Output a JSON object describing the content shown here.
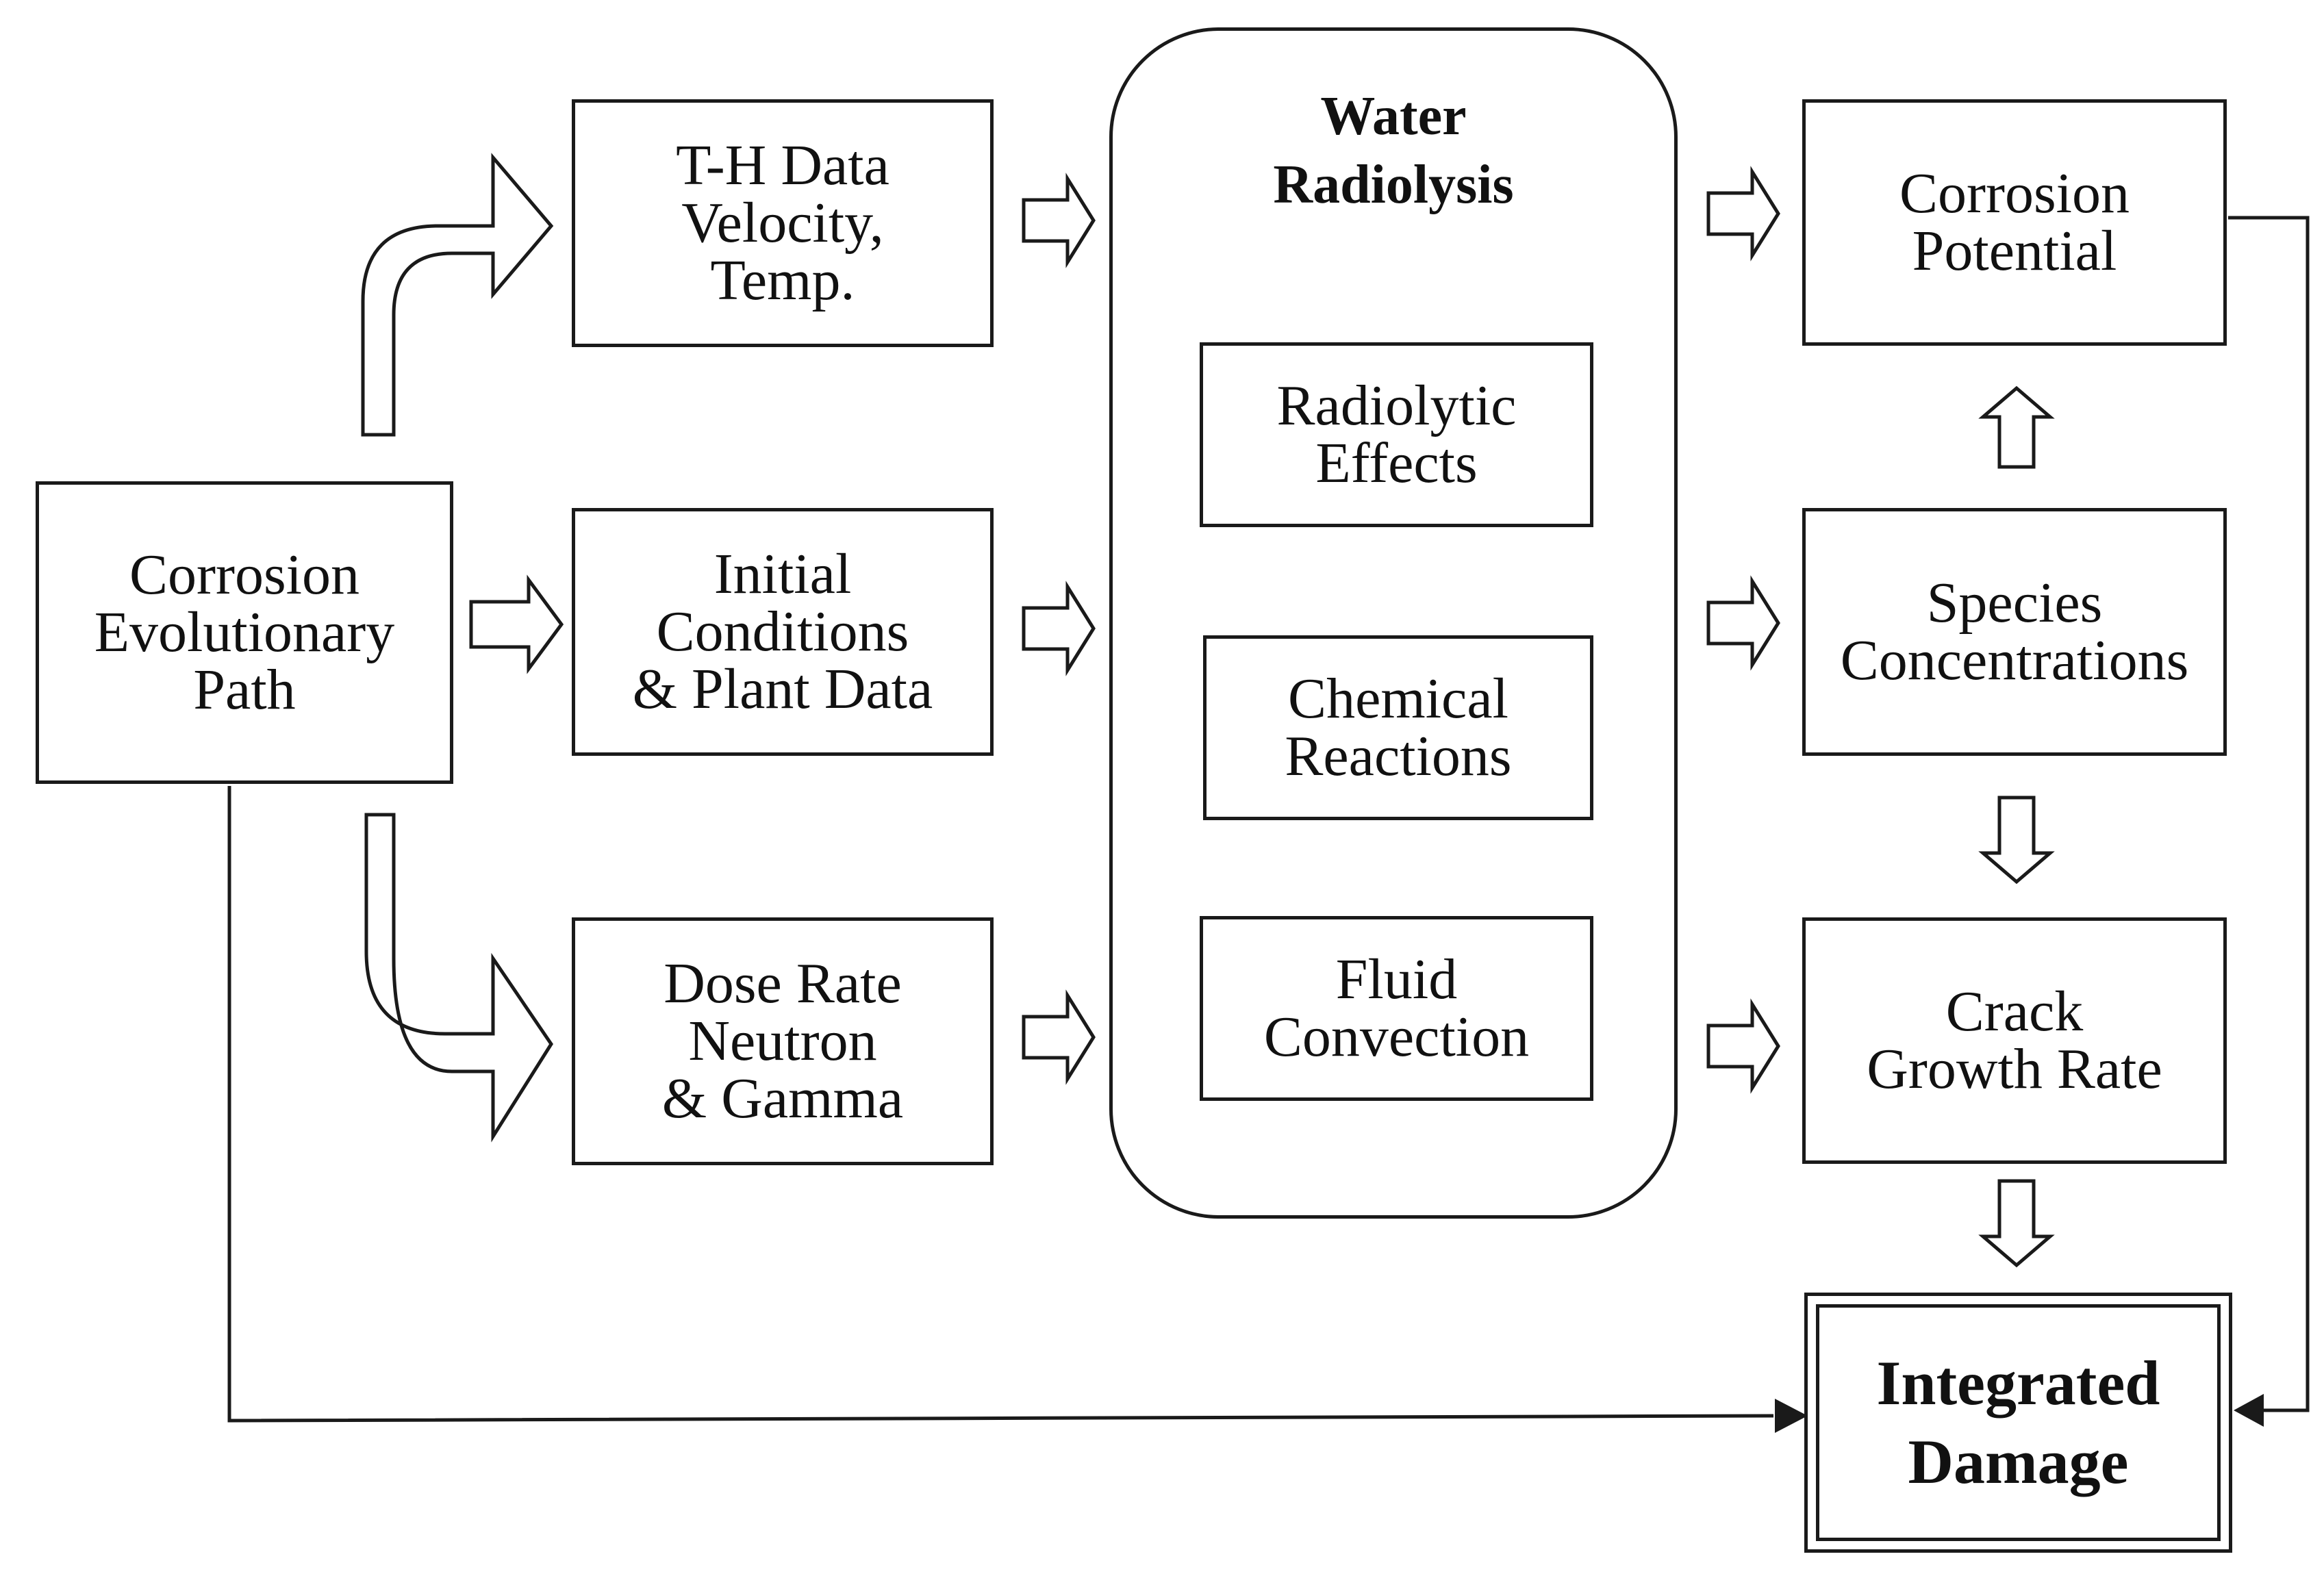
{
  "nodes": {
    "corrosion_path": {
      "lines": [
        "Corrosion",
        "Evolutionary",
        "Path"
      ]
    },
    "th_data": {
      "lines": [
        "T-H Data",
        "Velocity,",
        "Temp."
      ]
    },
    "initial_conditions": {
      "lines": [
        "Initial",
        "Conditions",
        "& Plant Data"
      ]
    },
    "dose_rate": {
      "lines": [
        "Dose Rate",
        "Neutron",
        "& Gamma"
      ]
    },
    "water_radiolysis": {
      "lines": [
        "Water",
        "Radiolysis"
      ]
    },
    "radiolytic_effects": {
      "lines": [
        "Radiolytic",
        "Effects"
      ]
    },
    "chemical_reactions": {
      "lines": [
        "Chemical",
        "Reactions"
      ]
    },
    "fluid_convection": {
      "lines": [
        "Fluid",
        "Convection"
      ]
    },
    "corrosion_potential": {
      "lines": [
        "Corrosion",
        "Potential"
      ]
    },
    "species_concentrations": {
      "lines": [
        "Species",
        "Concentrations"
      ]
    },
    "crack_growth_rate": {
      "lines": [
        "Crack",
        "Growth Rate"
      ]
    },
    "integrated_damage": {
      "lines": [
        "Integrated",
        "Damage"
      ]
    }
  },
  "colors": {
    "stroke": "#1a1a1a",
    "background": "#ffffff",
    "text": "#111111"
  }
}
